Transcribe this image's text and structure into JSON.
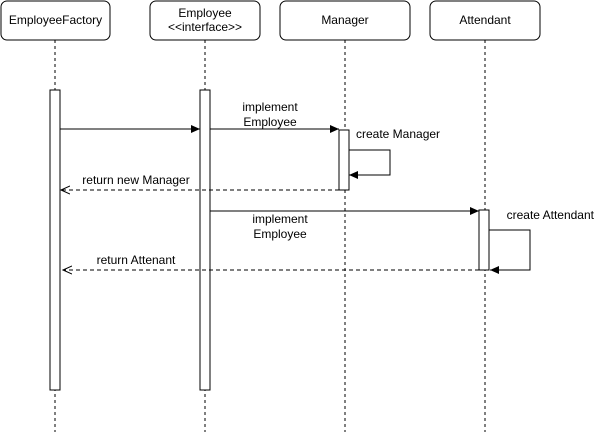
{
  "participants": {
    "employee_factory": {
      "label": "EmployeeFactory"
    },
    "employee": {
      "label_line1": "Employee",
      "label_line2": "<<interface>>"
    },
    "manager": {
      "label": "Manager"
    },
    "attendant": {
      "label": "Attendant"
    }
  },
  "messages": {
    "implement_employee_1": {
      "line1": "implement",
      "line2": "Employee"
    },
    "create_manager": {
      "label": "create Manager"
    },
    "return_new_manager": {
      "label": "return new Manager"
    },
    "implement_employee_2": {
      "line1": "implement",
      "line2": "Employee"
    },
    "create_attendant": {
      "label": "create Attendant"
    },
    "return_attendant": {
      "label": "return Attenant"
    }
  }
}
